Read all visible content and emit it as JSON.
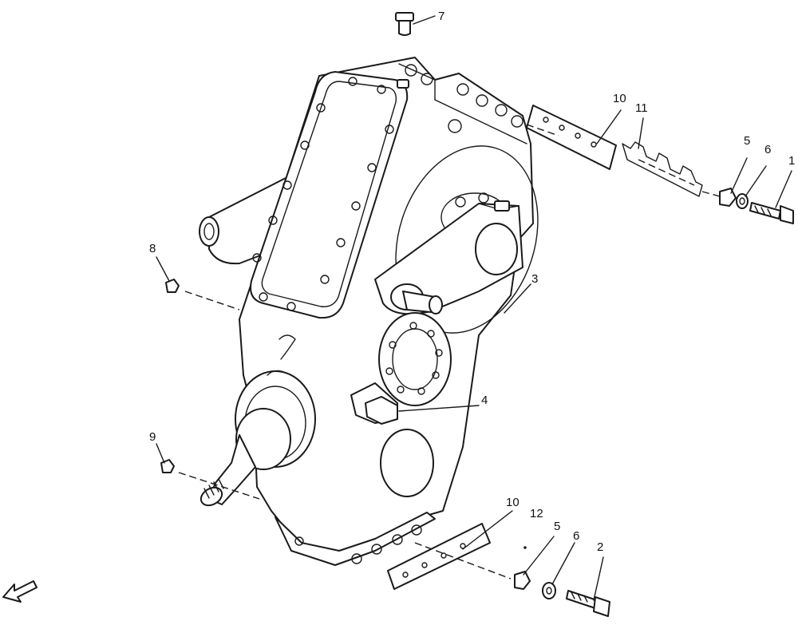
{
  "diagram": {
    "callouts": [
      {
        "id": "callout-7",
        "text": "7"
      },
      {
        "id": "callout-10-top",
        "text": "10"
      },
      {
        "id": "callout-11",
        "text": "11"
      },
      {
        "id": "callout-5-top",
        "text": "5"
      },
      {
        "id": "callout-6-top",
        "text": "6"
      },
      {
        "id": "callout-1",
        "text": "1"
      },
      {
        "id": "callout-8",
        "text": "8"
      },
      {
        "id": "callout-3",
        "text": "3"
      },
      {
        "id": "callout-4",
        "text": "4"
      },
      {
        "id": "callout-9",
        "text": "9"
      },
      {
        "id": "callout-10-bottom",
        "text": "10"
      },
      {
        "id": "callout-12",
        "text": "12"
      },
      {
        "id": "callout-5-bottom",
        "text": "5"
      },
      {
        "id": "callout-6-bottom",
        "text": "6"
      },
      {
        "id": "callout-2",
        "text": "2"
      }
    ],
    "direction_icon": "arrow-down-left-icon"
  }
}
